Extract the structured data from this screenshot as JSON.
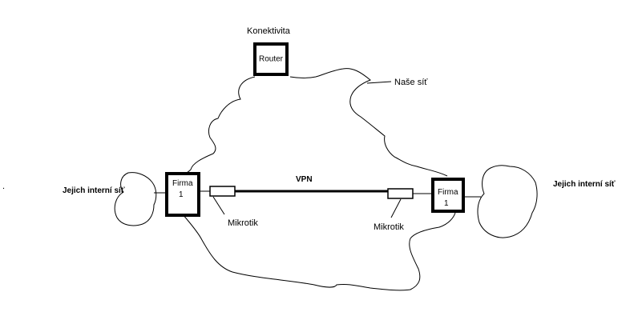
{
  "labels": {
    "konektivita": "Konektivita",
    "router": "Router",
    "nase_sit": "Naše síť",
    "vpn": "VPN",
    "firma_left_line1": "Firma",
    "firma_left_line2": "1",
    "firma_right_line1": "Firma",
    "firma_right_line2": "1",
    "mikrotik_left": "Mikrotik",
    "mikrotik_right": "Mikrotik",
    "jejich_left": "Jejich interní síť",
    "jejich_right": "Jejich interní síť",
    "stray_mark": "."
  },
  "colors": {
    "ink": "#000000",
    "background": "#ffffff"
  }
}
